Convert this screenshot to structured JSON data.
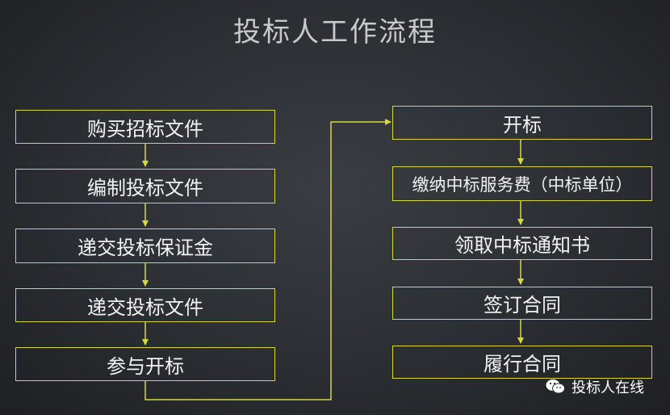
{
  "title": "投标人工作流程",
  "left_steps": [
    "购买招标文件",
    "编制投标文件",
    "递交投标保证金",
    "递交投标文件",
    "参与开标"
  ],
  "right_steps": [
    "开标",
    "缴纳中标服务费（中标单位）",
    "领取中标通知书",
    "签订合同",
    "履行合同"
  ],
  "watermark": {
    "text": "投标人在线",
    "icon": "wechat-icon"
  },
  "colors": {
    "background": "#2e3135",
    "border": "#d8d640",
    "text": "#f2f2f2",
    "title": "#c9c9c9"
  }
}
